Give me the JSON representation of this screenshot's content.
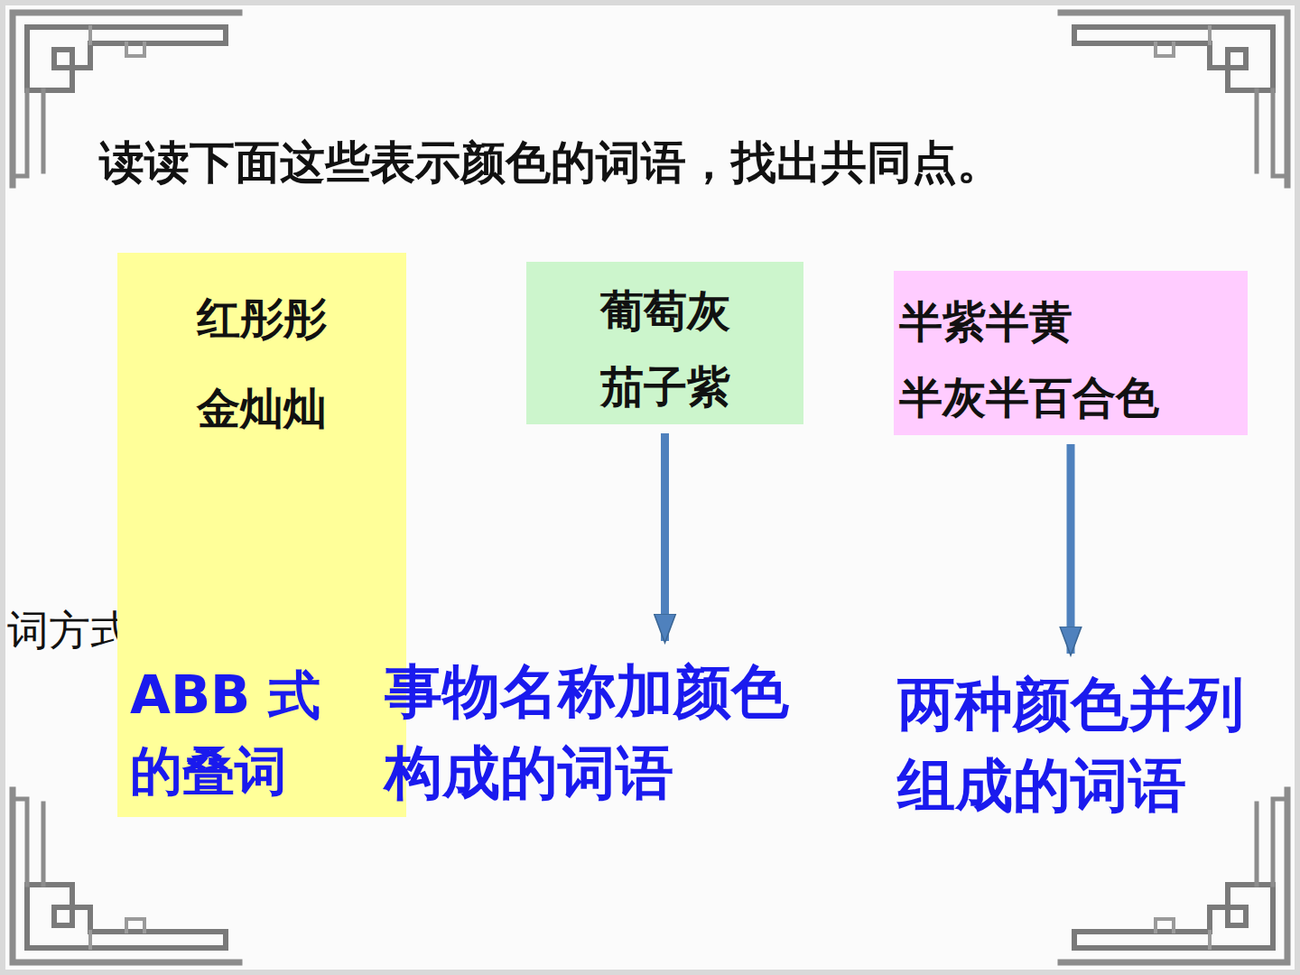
{
  "diagram": {
    "title": "读读下面这些表示颜色的词语，找出共同点。",
    "nodes": [
      {
        "text": [
          "红彤彤",
          "金灿灿"
        ]
      },
      {
        "text": [
          "ABB 式 的叠词"
        ],
        "in": 0
      },
      {
        "text": [
          "葡萄灰",
          "茄子紫"
        ]
      },
      {
        "text": [
          "事物名称加颜色构成的词语"
        ]
      },
      {
        "text": [
          "半紫半黄",
          "半灰半百合色"
        ]
      },
      {
        "text": [
          "两种颜色并列组成的词语"
        ]
      }
    ],
    "edges": [
      {
        "from": 0,
        "to": 1,
        "arrow": "to"
      },
      {
        "from": 2,
        "to": 3,
        "arrow": "to"
      },
      {
        "from": 4,
        "to": 5,
        "arrow": "to"
      }
    ],
    "labels": [
      "词方式"
    ]
  }
}
